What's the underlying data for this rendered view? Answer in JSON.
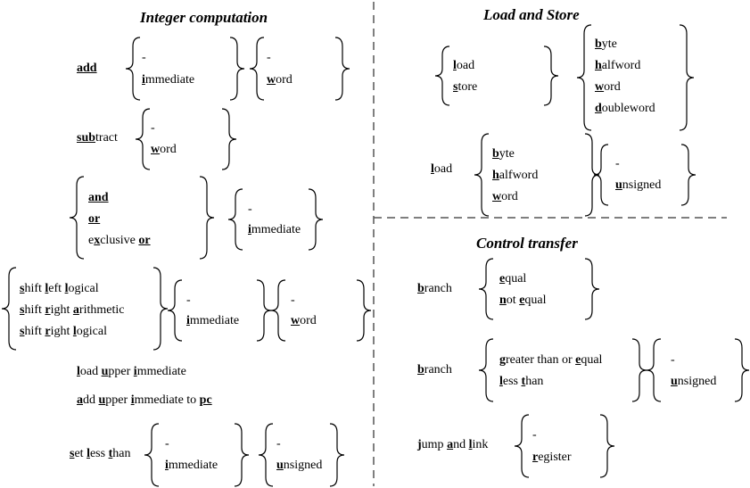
{
  "titles": {
    "integer": "Integer computation",
    "load_store": "Load and Store",
    "control": "Control transfer"
  },
  "integer": {
    "add": {
      "op": [
        "add"
      ],
      "g1": [
        "-",
        [
          "i",
          "mmediate"
        ]
      ],
      "g2": [
        "-",
        [
          "w",
          "ord"
        ]
      ]
    },
    "subtract": {
      "op": [
        "sub",
        "tract"
      ],
      "g1": [
        "-",
        [
          "w",
          "ord"
        ]
      ]
    },
    "logical": {
      "and": "and",
      "or": "or",
      "xor_pre": "e",
      "xor_x": "x",
      "xor_mid": "clusive ",
      "xor_or": "or",
      "g2": [
        "-",
        [
          "i",
          "mmediate"
        ]
      ]
    },
    "shift": {
      "sll": [
        [
          "s",
          "hift "
        ],
        [
          "l",
          "eft "
        ],
        [
          "l",
          "ogical"
        ]
      ],
      "sra": [
        [
          "s",
          "hift "
        ],
        [
          "r",
          "ight "
        ],
        [
          "a",
          "rithmetic"
        ]
      ],
      "srl": [
        [
          "s",
          "hift "
        ],
        [
          "r",
          "ight "
        ],
        [
          "l",
          "ogical"
        ]
      ],
      "g2": [
        "-",
        [
          "i",
          "mmediate"
        ]
      ],
      "g3": [
        "-",
        [
          "w",
          "ord"
        ]
      ]
    },
    "lui": [
      [
        "l",
        "oad "
      ],
      [
        "u",
        "pper "
      ],
      [
        "i",
        "mmediate"
      ]
    ],
    "auipc": [
      [
        "a",
        "dd "
      ],
      [
        "u",
        "pper "
      ],
      [
        "i",
        "mmediate to "
      ],
      [
        "pc",
        ""
      ]
    ],
    "slt": {
      "op": [
        [
          "s",
          "et "
        ],
        [
          "l",
          "ess "
        ],
        [
          "t",
          "han"
        ]
      ],
      "g1": [
        "-",
        [
          "i",
          "mmediate"
        ]
      ],
      "g2": [
        "-",
        [
          "u",
          "nsigned"
        ]
      ]
    }
  },
  "load_store": {
    "ls": {
      "g1": [
        [
          "l",
          "oad"
        ],
        [
          "s",
          "tore"
        ]
      ],
      "g2": [
        [
          "b",
          "yte"
        ],
        [
          "h",
          "alfword"
        ],
        [
          "w",
          "ord"
        ],
        [
          "d",
          "oubleword"
        ]
      ]
    },
    "load": {
      "op": [
        "l",
        "oad"
      ],
      "g1": [
        [
          "b",
          "yte"
        ],
        [
          "h",
          "alfword"
        ],
        [
          "w",
          "ord"
        ]
      ],
      "g2": [
        "-",
        [
          "u",
          "nsigned"
        ]
      ]
    }
  },
  "control": {
    "branch_eq": {
      "op": [
        "b",
        "ranch"
      ],
      "g1": [
        [
          "e",
          "qual"
        ],
        [
          "n",
          "ot ",
          "e",
          "qual"
        ]
      ]
    },
    "branch_cmp": {
      "op": [
        "b",
        "ranch"
      ],
      "g1": [
        [
          "g",
          "reater than or ",
          "e",
          "qual"
        ],
        [
          "l",
          "ess ",
          "t",
          "han"
        ]
      ],
      "g2": [
        "-",
        [
          "u",
          "nsigned"
        ]
      ]
    },
    "jal": {
      "op": [
        [
          "j",
          "ump "
        ],
        [
          "a",
          "nd "
        ],
        [
          "l",
          "ink"
        ]
      ],
      "g1": [
        "-",
        [
          "r",
          "egister"
        ]
      ]
    }
  }
}
